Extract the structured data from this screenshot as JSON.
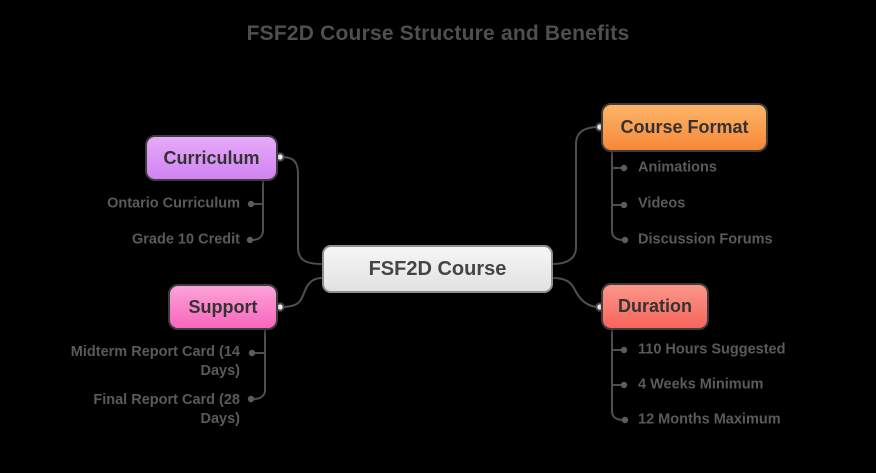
{
  "title": "FSF2D Course Structure and Benefits",
  "center": {
    "label": "FSF2D Course"
  },
  "branches": [
    {
      "id": "curriculum",
      "label": "Curriculum",
      "color": "#d183f2",
      "children": [
        "Ontario Curriculum",
        "Grade 10 Credit"
      ]
    },
    {
      "id": "course-format",
      "label": "Course Format",
      "color": "#f88738",
      "children": [
        "Animations",
        "Videos",
        "Discussion Forums"
      ]
    },
    {
      "id": "support",
      "label": "Support",
      "color": "#f866bd",
      "children": [
        "Midterm Report Card (14 Days)",
        "Final Report Card (28 Days)"
      ]
    },
    {
      "id": "duration",
      "label": "Duration",
      "color": "#f7655c",
      "children": [
        "110 Hours Suggested",
        "4 Weeks Minimum",
        "12 Months Maximum"
      ]
    }
  ],
  "colors": {
    "background": "#000000",
    "title_text": "#4f4f4f",
    "connector": "#4f4f4f",
    "child_text": "#5a5a5a",
    "center_node_fill": "#ececec"
  }
}
